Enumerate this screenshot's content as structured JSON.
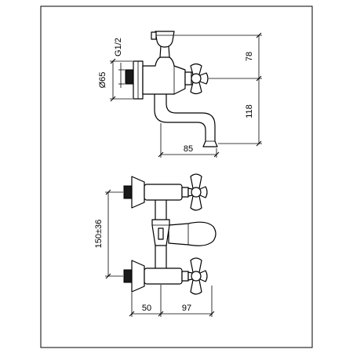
{
  "drawing": {
    "labels": {
      "thread": "G1/2",
      "flange_diameter": "Ø65",
      "outlet_height_top": "78",
      "outlet_height_bottom": "118",
      "spout_projection": "85",
      "center_distance": "150±36",
      "wall_to_pipe": "50",
      "pipe_to_front": "97"
    }
  },
  "colors": {
    "line": "#000000",
    "background": "#ffffff",
    "thread_fill": "#1a1a1a"
  }
}
